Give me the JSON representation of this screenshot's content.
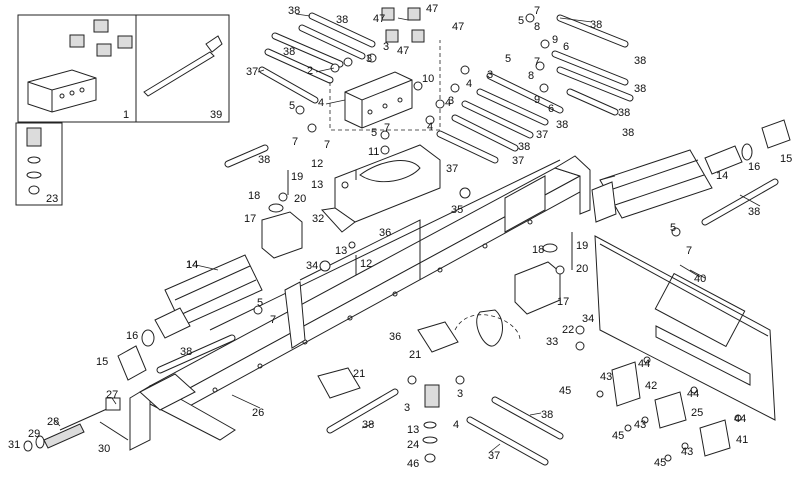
{
  "title": "",
  "callouts": [
    {
      "id": "c1",
      "text": "1"
    },
    {
      "id": "c39",
      "text": "39"
    },
    {
      "id": "c23",
      "text": "23"
    },
    {
      "id": "c38a",
      "text": "38"
    },
    {
      "id": "c38b",
      "text": "38"
    },
    {
      "id": "c38c",
      "text": "38"
    },
    {
      "id": "c37a",
      "text": "37"
    },
    {
      "id": "c2",
      "text": "2"
    },
    {
      "id": "c4a",
      "text": "4"
    },
    {
      "id": "c3a",
      "text": "3"
    },
    {
      "id": "c3b",
      "text": "3"
    },
    {
      "id": "c47a",
      "text": "47"
    },
    {
      "id": "c47b",
      "text": "47"
    },
    {
      "id": "c47c",
      "text": "47"
    },
    {
      "id": "c47d",
      "text": "47"
    },
    {
      "id": "c10",
      "text": "10"
    },
    {
      "id": "c5a",
      "text": "5"
    },
    {
      "id": "c7a",
      "text": "7"
    },
    {
      "id": "c7b",
      "text": "7"
    },
    {
      "id": "c5b",
      "text": "5"
    },
    {
      "id": "c7c",
      "text": "7"
    },
    {
      "id": "c11",
      "text": "11"
    },
    {
      "id": "c5c",
      "text": "5"
    },
    {
      "id": "c3c",
      "text": "3"
    },
    {
      "id": "c4b",
      "text": "4"
    },
    {
      "id": "c4c",
      "text": "4"
    },
    {
      "id": "c4d",
      "text": "4"
    },
    {
      "id": "c3d",
      "text": "3"
    },
    {
      "id": "c7d",
      "text": "7"
    },
    {
      "id": "c8a",
      "text": "8"
    },
    {
      "id": "c9a",
      "text": "9"
    },
    {
      "id": "c5d",
      "text": "5"
    },
    {
      "id": "c6a",
      "text": "6"
    },
    {
      "id": "c7e",
      "text": "7"
    },
    {
      "id": "c8b",
      "text": "8"
    },
    {
      "id": "c9b",
      "text": "9"
    },
    {
      "id": "c6b",
      "text": "6"
    },
    {
      "id": "c38d",
      "text": "38"
    },
    {
      "id": "c38e",
      "text": "38"
    },
    {
      "id": "c38f",
      "text": "38"
    },
    {
      "id": "c38g",
      "text": "38"
    },
    {
      "id": "c38h",
      "text": "38"
    },
    {
      "id": "c37b",
      "text": "37"
    },
    {
      "id": "c38i",
      "text": "38"
    },
    {
      "id": "c37c",
      "text": "37"
    },
    {
      "id": "c38j",
      "text": "38"
    },
    {
      "id": "c37d",
      "text": "37"
    },
    {
      "id": "c38k",
      "text": "38"
    },
    {
      "id": "c12a",
      "text": "12"
    },
    {
      "id": "c19a",
      "text": "19"
    },
    {
      "id": "c13a",
      "text": "13"
    },
    {
      "id": "c18a",
      "text": "18"
    },
    {
      "id": "c20a",
      "text": "20"
    },
    {
      "id": "c17a",
      "text": "17"
    },
    {
      "id": "c32",
      "text": "32"
    },
    {
      "id": "c35",
      "text": "35"
    },
    {
      "id": "c36a",
      "text": "36"
    },
    {
      "id": "c13b",
      "text": "13"
    },
    {
      "id": "c34a",
      "text": "34"
    },
    {
      "id": "c12b",
      "text": "12"
    },
    {
      "id": "c14a",
      "text": "14"
    },
    {
      "id": "c16a",
      "text": "16"
    },
    {
      "id": "c15a",
      "text": "15"
    },
    {
      "id": "c14b",
      "text": "14"
    },
    {
      "id": "c38l",
      "text": "38"
    },
    {
      "id": "c5e",
      "text": "5"
    },
    {
      "id": "c7f",
      "text": "7"
    },
    {
      "id": "c40",
      "text": "40"
    },
    {
      "id": "c18b",
      "text": "18"
    },
    {
      "id": "c19b",
      "text": "19"
    },
    {
      "id": "c20b",
      "text": "20"
    },
    {
      "id": "c17b",
      "text": "17"
    },
    {
      "id": "c14c",
      "text": "14"
    },
    {
      "id": "c5f",
      "text": "5"
    },
    {
      "id": "c7g",
      "text": "7"
    },
    {
      "id": "c16b",
      "text": "16"
    },
    {
      "id": "c38m",
      "text": "38"
    },
    {
      "id": "c15b",
      "text": "15"
    },
    {
      "id": "c36b",
      "text": "36"
    },
    {
      "id": "c21a",
      "text": "21"
    },
    {
      "id": "c21b",
      "text": "21"
    },
    {
      "id": "c22",
      "text": "22"
    },
    {
      "id": "c34b",
      "text": "34"
    },
    {
      "id": "c33",
      "text": "33"
    },
    {
      "id": "c44a",
      "text": "44"
    },
    {
      "id": "c43a",
      "text": "43"
    },
    {
      "id": "c45a",
      "text": "45"
    },
    {
      "id": "c42",
      "text": "42"
    },
    {
      "id": "c44b",
      "text": "44"
    },
    {
      "id": "c25",
      "text": "25"
    },
    {
      "id": "c44c",
      "text": "44"
    },
    {
      "id": "c41",
      "text": "41"
    },
    {
      "id": "c45b",
      "text": "45"
    },
    {
      "id": "c43b",
      "text": "43"
    },
    {
      "id": "c43c",
      "text": "43"
    },
    {
      "id": "c45c",
      "text": "45"
    },
    {
      "id": "c27",
      "text": "27"
    },
    {
      "id": "c28",
      "text": "28"
    },
    {
      "id": "c29",
      "text": "29"
    },
    {
      "id": "c31",
      "text": "31"
    },
    {
      "id": "c30",
      "text": "30"
    },
    {
      "id": "c26",
      "text": "26"
    },
    {
      "id": "c38n",
      "text": "38"
    },
    {
      "id": "c3e",
      "text": "3"
    },
    {
      "id": "c13c",
      "text": "13"
    },
    {
      "id": "c24",
      "text": "24"
    },
    {
      "id": "c46",
      "text": "46"
    },
    {
      "id": "c3f",
      "text": "3"
    },
    {
      "id": "c4e",
      "text": "4"
    },
    {
      "id": "c37e",
      "text": "37"
    },
    {
      "id": "c38o",
      "text": "38"
    }
  ]
}
